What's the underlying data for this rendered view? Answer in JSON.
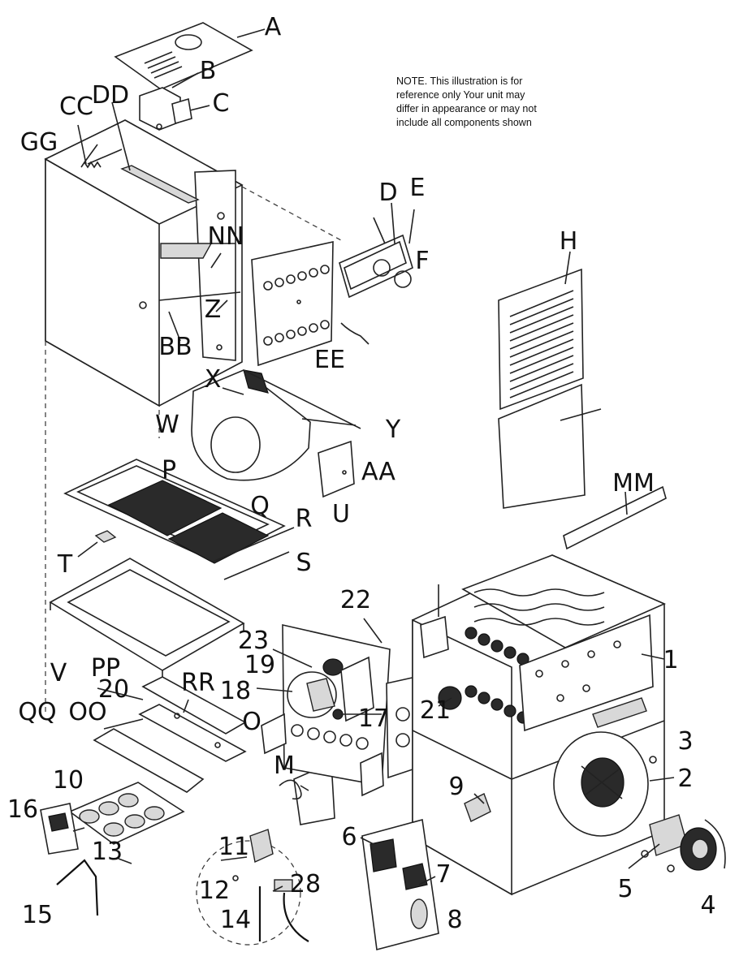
{
  "note": {
    "line1": "NOTE.    This illustration is for",
    "line2": "reference only    Your unit may",
    "line3": "differ in appearance or may not",
    "line4": "include all components shown"
  },
  "labels": {
    "A": "A",
    "B": "B",
    "C": "C",
    "CC": "CC",
    "DD": "DD",
    "GG": "GG",
    "D": "D",
    "E": "E",
    "F": "F",
    "H": "H",
    "NN": "NN",
    "Z": "Z",
    "BB": "BB",
    "EE": "EE",
    "X": "X",
    "Y": "Y",
    "W": "W",
    "P": "P",
    "AA": "AA",
    "U": "U",
    "Q": "Q",
    "R": "R",
    "S": "S",
    "T": "T",
    "MM": "MM",
    "V": "V",
    "PP": "PP",
    "n20": "20",
    "RR": "RR",
    "OO": "OO",
    "QQ": "QQ",
    "n22": "22",
    "n23": "23",
    "n19": "19",
    "n18": "18",
    "O": "O",
    "n17": "17",
    "n21": "21",
    "n1": "1",
    "n3": "3",
    "n2": "2",
    "M": "M",
    "n9": "9",
    "n10": "10",
    "n16": "16",
    "n13": "13",
    "n11": "11",
    "n12": "12",
    "n28": "28",
    "n14": "14",
    "n15": "15",
    "n6": "6",
    "n7": "7",
    "n8": "8",
    "n5": "5",
    "n4": "4"
  }
}
